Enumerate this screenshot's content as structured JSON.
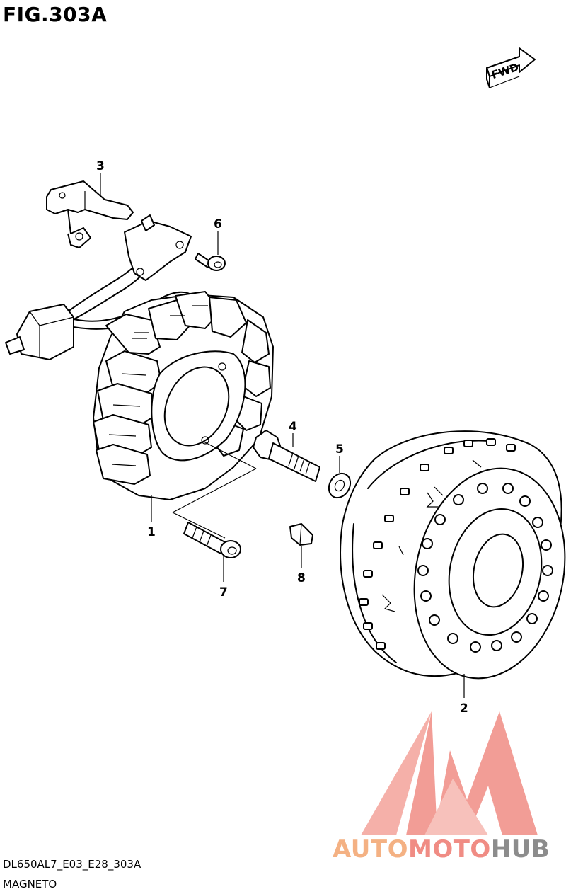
{
  "figure": {
    "title": "FIG.303A",
    "fwd_label": "FWD",
    "model_code": "DL650AL7_E03_E28_303A",
    "section_name": "MAGNETO"
  },
  "callouts": [
    {
      "id": "1",
      "label": "1"
    },
    {
      "id": "2",
      "label": "2"
    },
    {
      "id": "3",
      "label": "3"
    },
    {
      "id": "4",
      "label": "4"
    },
    {
      "id": "5",
      "label": "5"
    },
    {
      "id": "6",
      "label": "6"
    },
    {
      "id": "7",
      "label": "7"
    },
    {
      "id": "8",
      "label": "8"
    }
  ],
  "watermark": {
    "brand_part1": "AUTO",
    "brand_part2": "MOTO",
    "brand_part3": "HUB",
    "colors": {
      "auto": "#f4b183",
      "moto": "#f08c84",
      "hub": "#8c8c8c",
      "logo": "#f08c84"
    }
  }
}
